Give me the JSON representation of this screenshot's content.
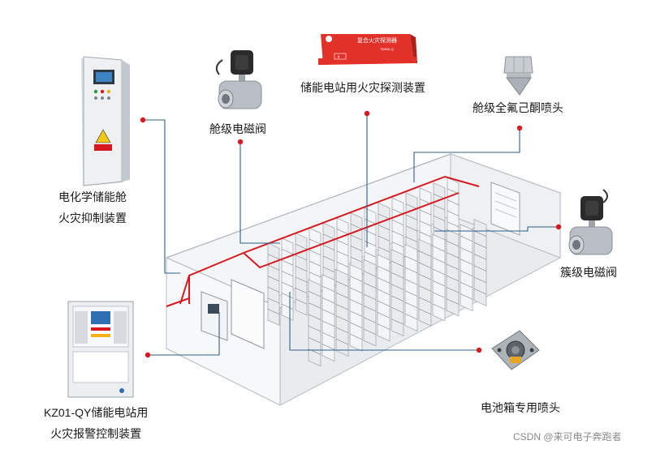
{
  "labels": {
    "cabinet": [
      "电化学储能舱",
      "火灾抑制装置"
    ],
    "valve_cabin": "舱级电磁阀",
    "detector": "储能电站用火灾探测装置",
    "nozzle_cabin": "舱级全氟己酮喷头",
    "valve_cluster": "簇级电磁阀",
    "panel": [
      "KZ01-QY储能电站用",
      "火灾报警控制装置"
    ],
    "nozzle_battery": "电池箱专用喷头"
  },
  "detector_text": {
    "title": "复合火灾探测器",
    "model": "TD80A-Q",
    "badge": "Ⅱ"
  },
  "watermark": "CSDN @来可电子奔跑者",
  "colors": {
    "accent": "#d7191f",
    "leader": "#2d5f8b",
    "detector_body": "#e23128"
  }
}
